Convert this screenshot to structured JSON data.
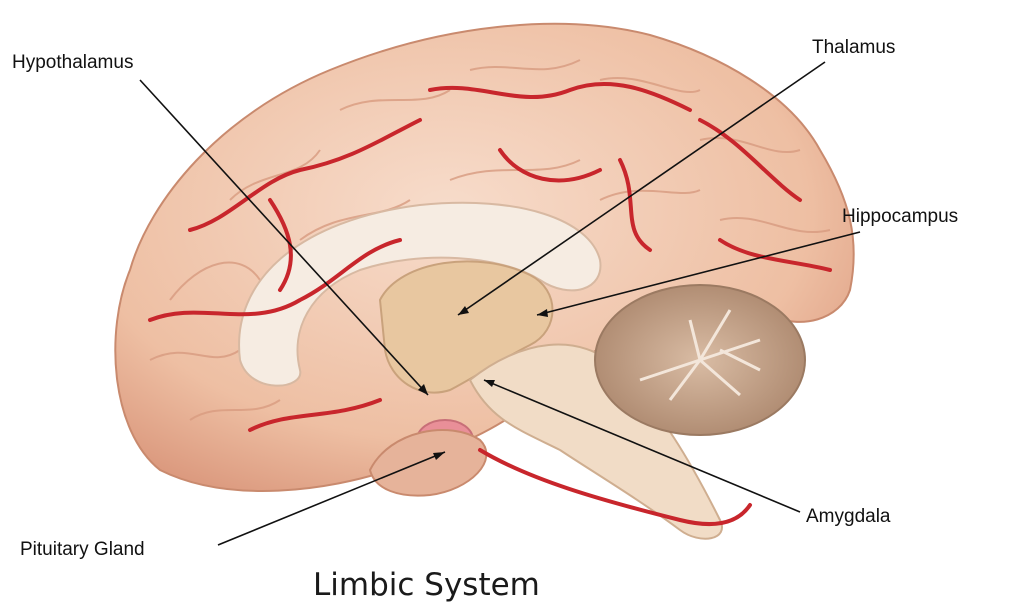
{
  "diagram": {
    "title": "Limbic System",
    "labels": {
      "hypothalamus": "Hypothalamus",
      "thalamus": "Thalamus",
      "hippocampus": "Hippocampus",
      "amygdala": "Amygdala",
      "pituitary_gland": "Pituitary Gland"
    },
    "colors": {
      "cortex": "#f1c7ad",
      "cortex_shadow": "#d99a7e",
      "vessel": "#c8262c",
      "inner_white": "#f6ece2",
      "brainstem": "#e8c9a8",
      "cerebellum": "#c9a58a",
      "cerebellum_white": "#f3e6da",
      "pituitary": "#e98f98",
      "leader_line": "#111111"
    }
  }
}
